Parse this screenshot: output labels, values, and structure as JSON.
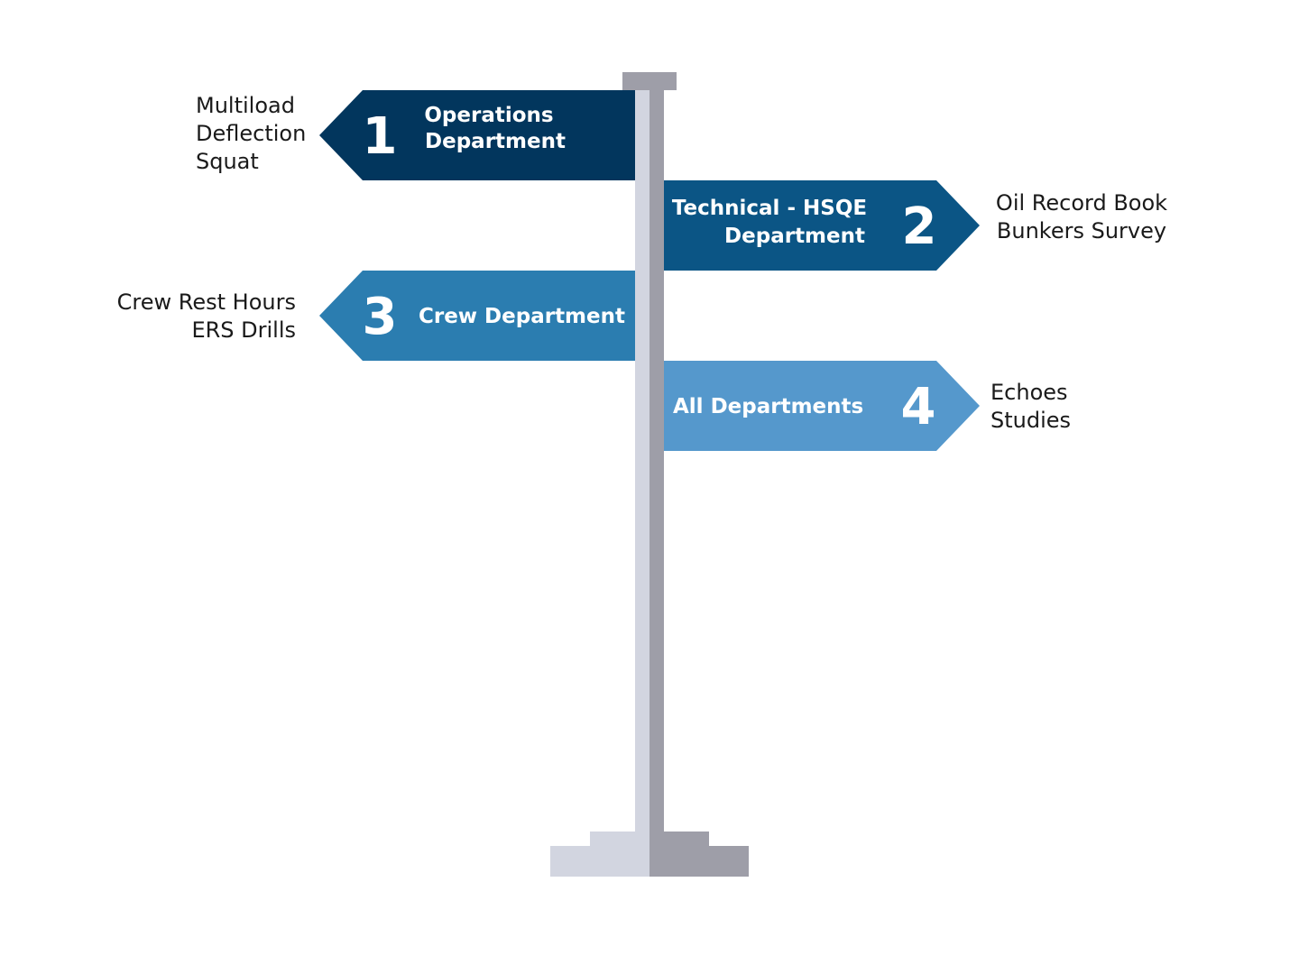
{
  "signs": [
    {
      "number": "1",
      "title_lines": [
        "Operations",
        "Department"
      ],
      "items": [
        "Multiload",
        "Deflection",
        "Squat"
      ],
      "color": "#02365d",
      "direction": "left"
    },
    {
      "number": "2",
      "title_lines": [
        "Technical - HSQE",
        "Department"
      ],
      "items": [
        "Oil Record Book",
        "Bunkers Survey"
      ],
      "color": "#0b5585",
      "direction": "right"
    },
    {
      "number": "3",
      "title_lines": [
        "Crew Department"
      ],
      "items": [
        "Crew Rest Hours",
        "ERS Drills"
      ],
      "color": "#2b7db0",
      "direction": "left"
    },
    {
      "number": "4",
      "title_lines": [
        "All Departments"
      ],
      "items": [
        "Echoes",
        "Studies"
      ],
      "color": "#5598cc",
      "direction": "right"
    }
  ],
  "colors": {
    "pole_light": "#d2d5e0",
    "pole_dark": "#9e9ea8",
    "text": "#1a1a1a"
  }
}
